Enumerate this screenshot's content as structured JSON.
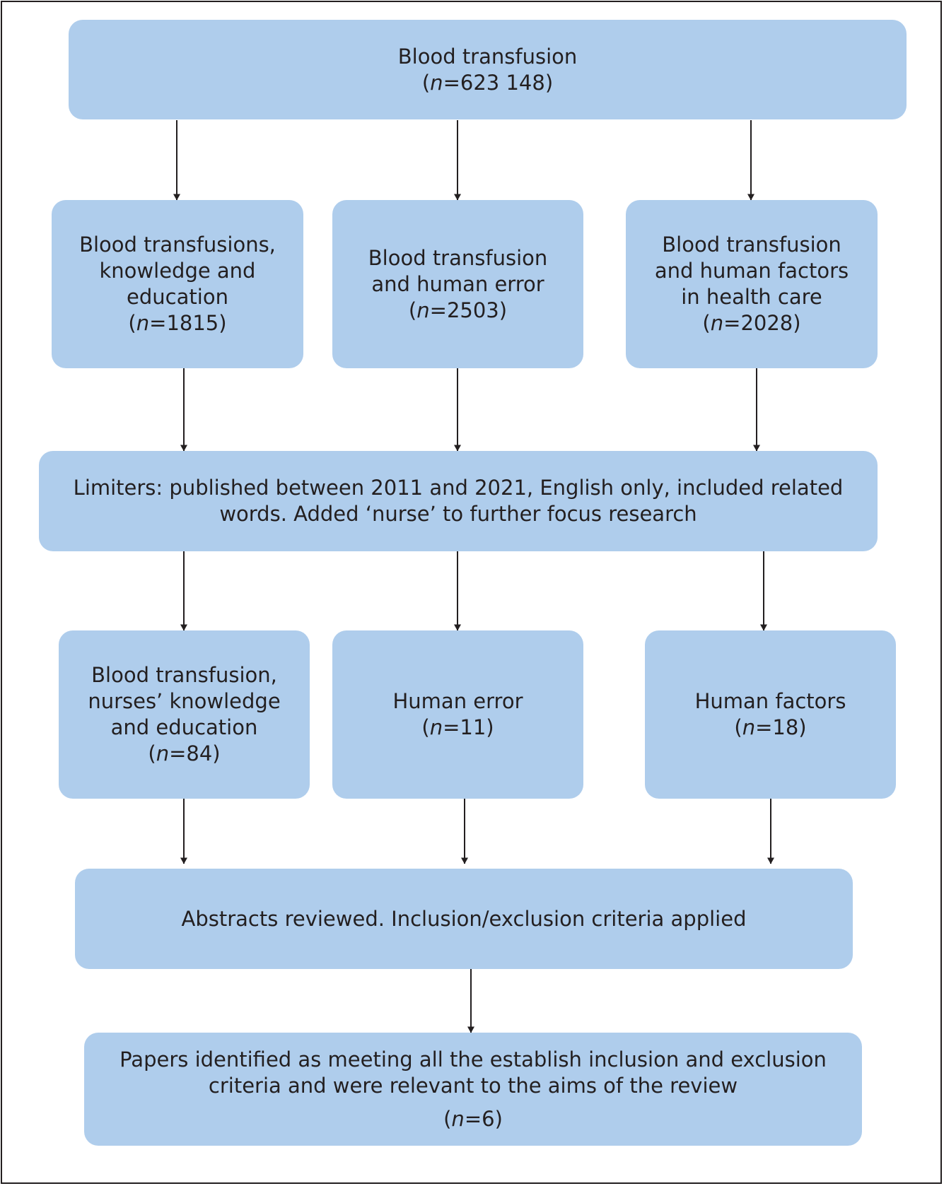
{
  "colors": {
    "box_fill": "#afcdec",
    "line": "#231f20",
    "text": "#231f20"
  },
  "nodes": {
    "top": {
      "lines": [
        "Blood transfusion"
      ],
      "n_label": "n",
      "n_value": "623 148"
    },
    "mid_left": {
      "lines": [
        "Blood transfusions,",
        "knowledge and",
        "education"
      ],
      "n_label": "n",
      "n_value": "1815"
    },
    "mid_center": {
      "lines": [
        "Blood transfusion",
        "and human error"
      ],
      "n_label": "n",
      "n_value": "2503"
    },
    "mid_right": {
      "lines": [
        "Blood transfusion",
        "and human factors",
        "in health care"
      ],
      "n_label": "n",
      "n_value": "2028"
    },
    "limiters": {
      "lines": [
        "Limiters: published between 2011 and 2021, English only, included related",
        "words. Added ‘nurse’ to further focus research"
      ]
    },
    "low_left": {
      "lines": [
        "Blood transfusion,",
        "nurses’ knowledge",
        "and education"
      ],
      "n_label": "n",
      "n_value": "84"
    },
    "low_center": {
      "lines": [
        "Human error"
      ],
      "n_label": "n",
      "n_value": "11"
    },
    "low_right": {
      "lines": [
        "Human factors"
      ],
      "n_label": "n",
      "n_value": "18"
    },
    "abstracts": {
      "lines": [
        "Abstracts reviewed. Inclusion/exclusion criteria applied"
      ]
    },
    "final": {
      "lines": [
        "Papers identified as meeting all the establish inclusion and exclusion",
        "criteria and were relevant to the aims of the review"
      ],
      "n_label": "n",
      "n_value": "6"
    }
  },
  "edges": [
    {
      "from": "top",
      "to": "mid_left"
    },
    {
      "from": "top",
      "to": "mid_center"
    },
    {
      "from": "top",
      "to": "mid_right"
    },
    {
      "from": "mid_left",
      "to": "limiters"
    },
    {
      "from": "mid_center",
      "to": "limiters"
    },
    {
      "from": "mid_right",
      "to": "limiters"
    },
    {
      "from": "limiters",
      "to": "low_left"
    },
    {
      "from": "limiters",
      "to": "low_center"
    },
    {
      "from": "limiters",
      "to": "low_right"
    },
    {
      "from": "low_left",
      "to": "abstracts"
    },
    {
      "from": "low_center",
      "to": "abstracts"
    },
    {
      "from": "low_right",
      "to": "abstracts"
    },
    {
      "from": "abstracts",
      "to": "final"
    }
  ]
}
